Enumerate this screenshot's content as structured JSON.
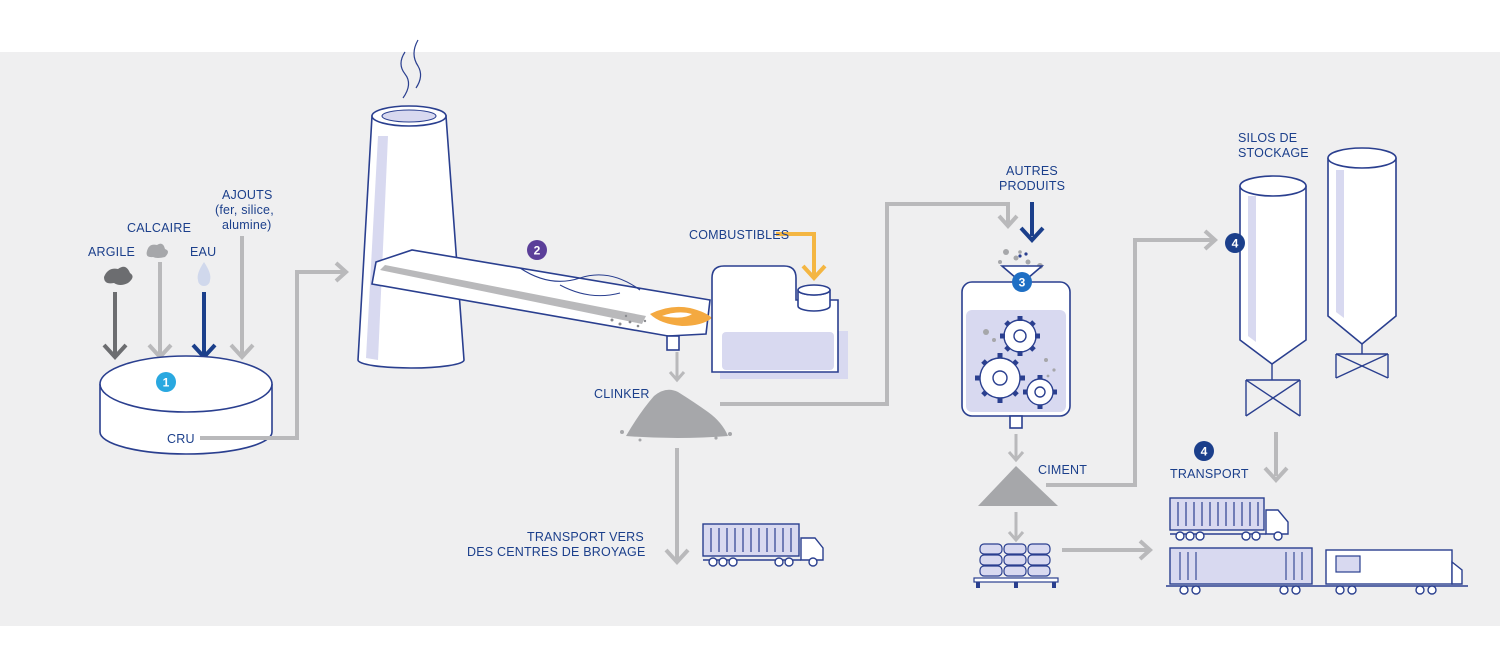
{
  "labels": {
    "argile": "ARGILE",
    "calcaire": "CALCAIRE",
    "eau": "EAU",
    "ajouts": [
      "AJOUTS",
      "(fer, silice,",
      "alumine)"
    ],
    "cru": "CRU",
    "combustibles": "COMBUSTIBLES",
    "clinker": "CLINKER",
    "transport_broyage": [
      "TRANSPORT VERS",
      "DES CENTRES DE BROYAGE"
    ],
    "autres_produits": [
      "AUTRES",
      "PRODUITS"
    ],
    "ciment": "CIMENT",
    "silos": [
      "SILOS DE",
      "STOCKAGE"
    ],
    "transport": "TRANSPORT"
  },
  "steps": {
    "step1": "1",
    "step2": "2",
    "step3": "3",
    "step4a": "4",
    "step4b": "4"
  },
  "colors": {
    "navy": "#1b3f8b",
    "outline": "#2a3f8f",
    "lavender": "#d8d9f0",
    "grey_flow": "#b9b9bb",
    "background": "#efeff0",
    "badge_cyan": "#29a8e0",
    "badge_purple": "#5b3f99",
    "badge_blue": "#1f6fc4",
    "badge_navy": "#1b3f8b",
    "flame": "#f4a940",
    "fuel_arrow": "#f4b642"
  }
}
